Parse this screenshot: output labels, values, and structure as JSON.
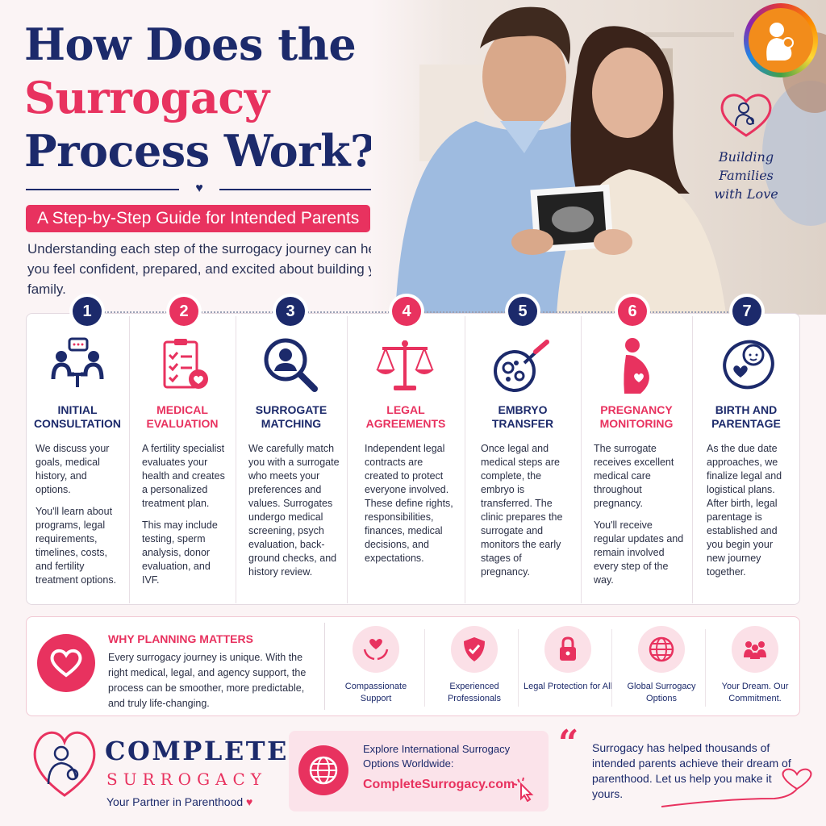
{
  "header": {
    "title_line1": "How Does the",
    "title_line2": "Surrogacy",
    "title_line3": "Process Work?",
    "subtitle": "A Step-by-Step Guide for Intended Parents",
    "intro": "Understanding each step of the surrogacy journey can help you feel confident, prepared, and excited about building your family."
  },
  "tagline": "Building Families with Love",
  "colors": {
    "navy": "#1c2a6b",
    "pink": "#e8325f",
    "background": "#fbf4f5"
  },
  "steps": [
    {
      "number": "1",
      "title": "INITIAL CONSULTATION",
      "icon": "consultation-icon",
      "accent": "navy",
      "paragraphs": [
        "We discuss your goals, medical history, and options.",
        "You'll learn about programs, legal requirements, timelines, costs, and fertility treatment options."
      ]
    },
    {
      "number": "2",
      "title": "MEDICAL EVALUATION",
      "icon": "clipboard-icon",
      "accent": "pink",
      "paragraphs": [
        "A fertility specialist evaluates your health and creates a personalized treatment plan.",
        "This may include testing, sperm analysis, donor evaluation, and IVF."
      ]
    },
    {
      "number": "3",
      "title": "SURROGATE MATCHING",
      "icon": "search-person-icon",
      "accent": "navy",
      "paragraphs": [
        "We carefully match you with a surrogate who meets your preferences and values. Surrogates undergo medical screening, psych evaluation, back-ground checks, and history review."
      ]
    },
    {
      "number": "4",
      "title": "LEGAL AGREEMENTS",
      "icon": "scales-icon",
      "accent": "pink",
      "paragraphs": [
        "Independent legal contracts are created to protect everyone involved. These define rights, responsibilities, finances, medical decisions, and expectations."
      ]
    },
    {
      "number": "5",
      "title": "EMBRYO TRANSFER",
      "icon": "petri-dish-icon",
      "accent": "navy",
      "paragraphs": [
        "Once legal and medical steps are complete, the embryo is transferred. The clinic prepares the surrogate and monitors the early stages of pregnancy."
      ]
    },
    {
      "number": "6",
      "title": "PREGNANCY MONITORING",
      "icon": "pregnant-woman-icon",
      "accent": "pink",
      "paragraphs": [
        "The surrogate receives excellent medical care throughout pregnancy.",
        "You'll receive regular updates and remain involved every step of the way."
      ]
    },
    {
      "number": "7",
      "title": "BIRTH AND PARENTAGE",
      "icon": "baby-icon",
      "accent": "navy",
      "paragraphs": [
        "As the due date approaches, we finalize legal and logistical plans. After birth, legal parentage is established and you begin your new journey together."
      ]
    }
  ],
  "why": {
    "title": "WHY PLANNING MATTERS",
    "text": "Every surrogacy journey is unique. With the right medical, legal, and agency support, the process can be smoother, more predictable, and truly life-changing."
  },
  "features": [
    {
      "label": "Compassionate Support",
      "icon": "heart-hands-icon"
    },
    {
      "label": "Experienced Professionals",
      "icon": "shield-check-icon"
    },
    {
      "label": "Legal Protection for All",
      "icon": "lock-icon"
    },
    {
      "label": "Global Surrogacy Options",
      "icon": "globe-icon"
    },
    {
      "label": "Your Dream. Our Commitment.",
      "icon": "family-icon"
    }
  ],
  "brand": {
    "name": "COMPLETE",
    "sub": "SURROGACY",
    "tagline": "Your Partner in Parenthood"
  },
  "explore": {
    "text": "Explore International Surrogacy Options Worldwide:",
    "link": "CompleteSurrogacy.com"
  },
  "quote": "Surrogacy has helped thousands of intended parents achieve their dream of parenthood. Let us help you make it yours."
}
